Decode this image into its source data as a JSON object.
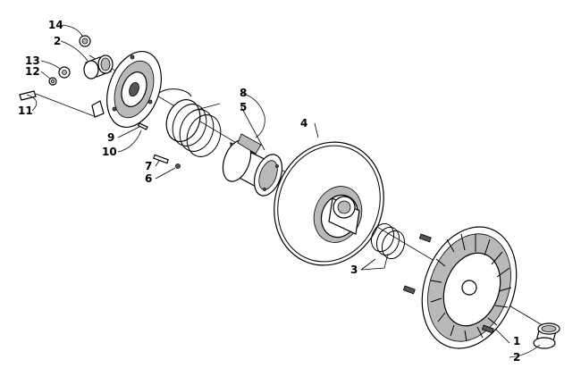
{
  "callouts": {
    "c14": "14",
    "c2a": "2",
    "c13": "13",
    "c12": "12",
    "c11": "11",
    "c9": "9",
    "c10": "10",
    "c8": "8",
    "c5": "5",
    "c4": "4",
    "c7": "7",
    "c6": "6",
    "c3": "3",
    "c1": "1",
    "c2b": "2"
  }
}
